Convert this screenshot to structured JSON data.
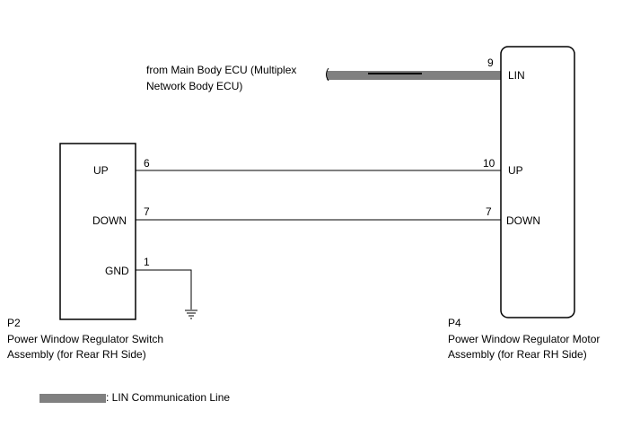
{
  "source": {
    "line1": "from Main Body ECU (Multiplex",
    "line2": "Network Body ECU)"
  },
  "switch_assembly": {
    "code": "P2",
    "name_line1": "Power Window Regulator Switch",
    "name_line2": "Assembly (for Rear RH Side)",
    "terminals": [
      {
        "pin": "6",
        "label": "UP"
      },
      {
        "pin": "7",
        "label": "DOWN"
      },
      {
        "pin": "1",
        "label": "GND"
      }
    ]
  },
  "motor_assembly": {
    "code": "P4",
    "name_line1": "Power Window Regulator Motor",
    "name_line2": "Assembly (for Rear RH Side)",
    "terminals": [
      {
        "pin": "9",
        "label": "LIN"
      },
      {
        "pin": "10",
        "label": "UP"
      },
      {
        "pin": "7",
        "label": "DOWN"
      }
    ]
  },
  "legend": {
    "lin_label": ": LIN Communication Line"
  }
}
